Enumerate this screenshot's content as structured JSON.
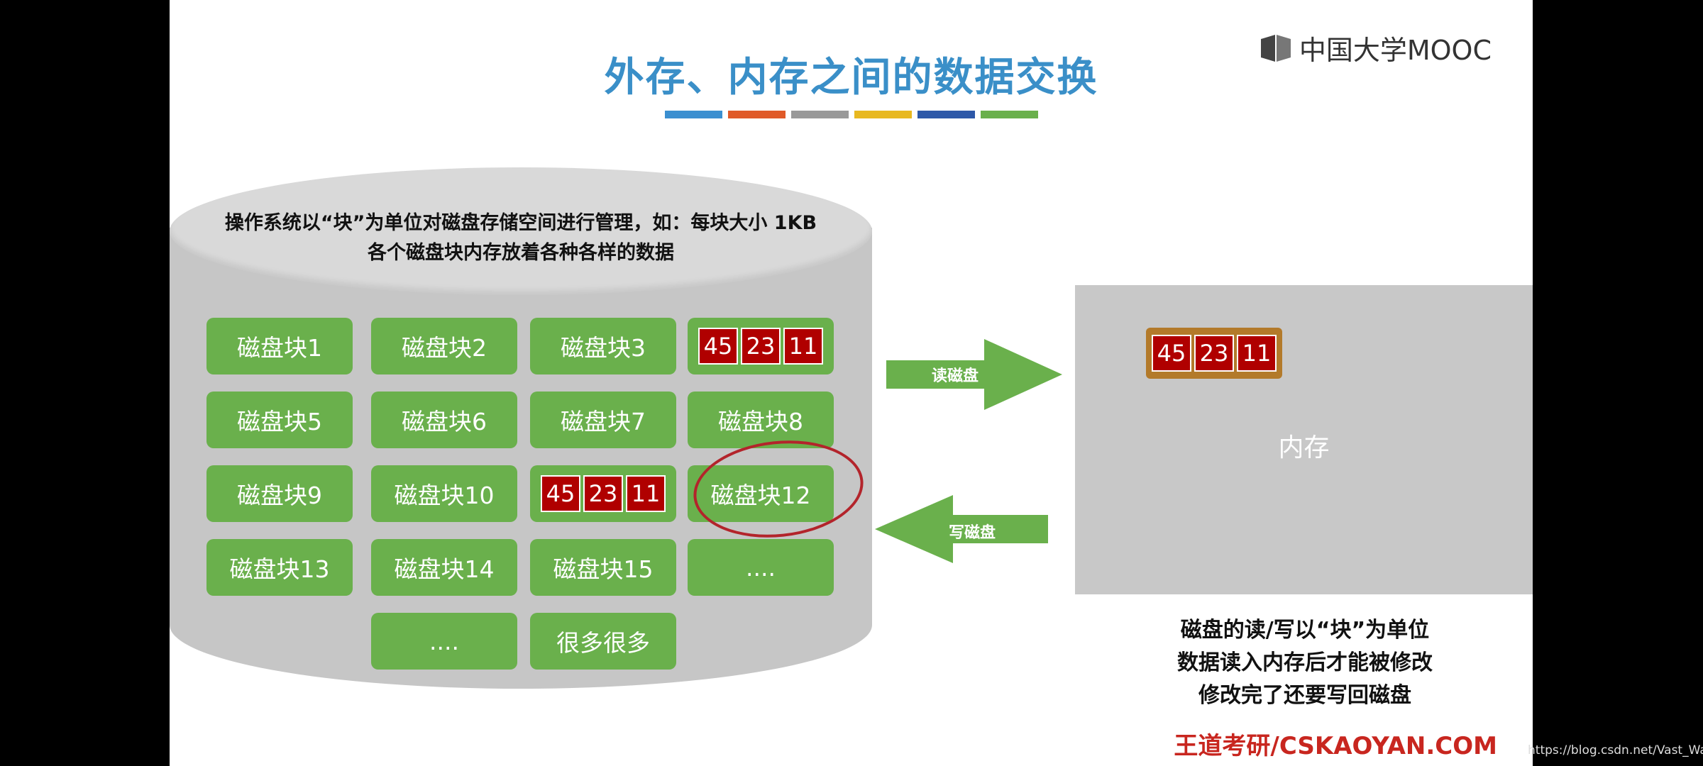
{
  "title": "外存、内存之间的数据交换",
  "logo_text": "中国大学MOOC",
  "color_bars": [
    "#3b8fd0",
    "#e05a28",
    "#999999",
    "#e8b820",
    "#2d58a8",
    "#6ab04c"
  ],
  "disk": {
    "description_line1": "操作系统以“块”为单位对磁盘存储空间进行管理，如：每块大小 1KB",
    "description_line2": "各个磁盘块内存放着各种各样的数据",
    "blocks": [
      {
        "label": "磁盘块1"
      },
      {
        "label": "磁盘块2"
      },
      {
        "label": "磁盘块3"
      },
      {
        "data": [
          "45",
          "23",
          "11"
        ]
      },
      {
        "label": "磁盘块5"
      },
      {
        "label": "磁盘块6"
      },
      {
        "label": "磁盘块7"
      },
      {
        "label": "磁盘块8"
      },
      {
        "label": "磁盘块9"
      },
      {
        "label": "磁盘块10"
      },
      {
        "data": [
          "45",
          "23",
          "11"
        ]
      },
      {
        "label": "磁盘块12"
      },
      {
        "label": "磁盘块13"
      },
      {
        "label": "磁盘块14"
      },
      {
        "label": "磁盘块15"
      },
      {
        "label": "...."
      },
      {
        "label": "...."
      },
      {
        "label": "很多很多"
      }
    ]
  },
  "arrows": {
    "read_label": "读磁盘",
    "write_label": "写磁盘"
  },
  "memory": {
    "label": "内存",
    "data": [
      "45",
      "23",
      "11"
    ]
  },
  "notes": [
    "磁盘的读/写以“块”为单位",
    "数据读入内存后才能被修改",
    "修改完了还要写回磁盘"
  ],
  "footer": "王道考研/CSKAOYAN.COM",
  "watermark": "https://blog.csdn.net/Vast_Wang"
}
